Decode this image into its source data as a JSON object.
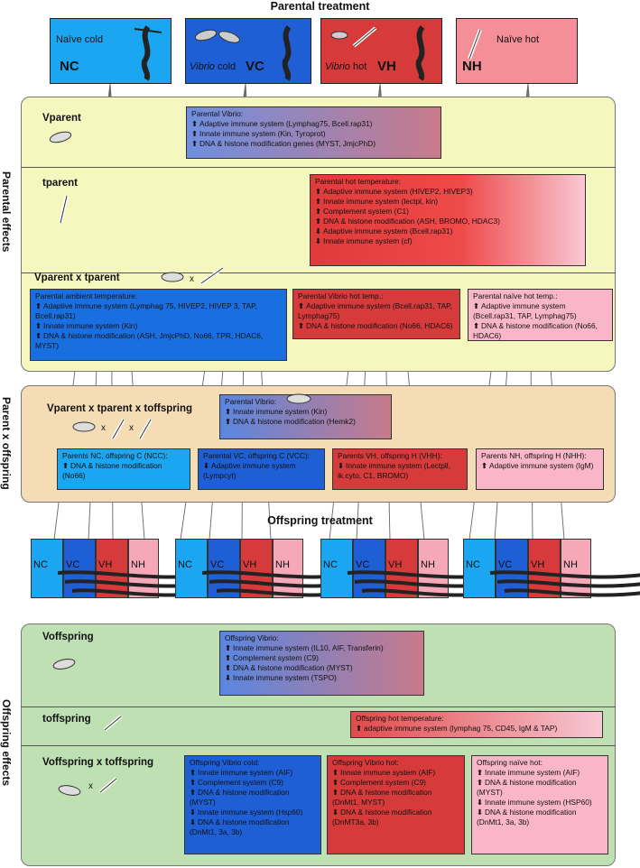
{
  "colors": {
    "nc": "#1aa6f0",
    "vc": "#1e5fd6",
    "vh": "#d63a3a",
    "nh": "#f7a8b8",
    "parental_panel": "#f6f7bf",
    "parent_x_offspring_panel": "#f4dcb4",
    "offspring_panel": "#bfe0b3"
  },
  "icons": [
    "vibrio-bacteria-icon",
    "thermometer-icon",
    "pipefish-icon"
  ],
  "titles": {
    "parental_treatment": "Parental treatment",
    "offspring_treatment": "Offspring treatment"
  },
  "side_labels": {
    "parental_effects": "Parental effects",
    "parent_x_offspring": "Parent x offspring",
    "offspring_effects": "Offspring effects"
  },
  "parental_treatments": [
    {
      "code": "NC",
      "label": "Naïve cold",
      "italic": ""
    },
    {
      "code": "VC",
      "label": "cold",
      "italic": "Vibrio"
    },
    {
      "code": "VH",
      "label": "hot",
      "italic": "Vibrio"
    },
    {
      "code": "NH",
      "label": "Naïve hot",
      "italic": ""
    }
  ],
  "row_labels": {
    "vparent": "Vparent",
    "tparent": "tparent",
    "vparent_x_tparent": "Vparent x  tparent",
    "vparent_x_tparent_x_toffspring": "Vparent x tparent x toffspring",
    "voffspring": "Voffspring",
    "toffspring": "toffspring",
    "voffspring_x_toffspring": "Voffspring x toffspring",
    "x_sign": "x"
  },
  "boxes": {
    "parental_vibrio": {
      "header": "Parental Vibrio:",
      "items": [
        {
          "dir": "up",
          "text": "Adaptive immune system (Lymphag75, Bcell.rap31)"
        },
        {
          "dir": "up",
          "text": "Innate immune system (Kin, Tyroprot)"
        },
        {
          "dir": "up",
          "text": "DNA & histone modification genes (MYST, JmjcPhD)"
        }
      ]
    },
    "parental_hot": {
      "header": "Parental hot temperature:",
      "items": [
        {
          "dir": "up",
          "text": "Adaptive immune system (HIVEP2, HIVEP3)"
        },
        {
          "dir": "up",
          "text": "Innate immune system (lectpl, kin)"
        },
        {
          "dir": "up",
          "text": "Complement system (C1)"
        },
        {
          "dir": "up",
          "text": "DNA & histone modification (ASH, BROMO, HDAC3)"
        },
        {
          "dir": "down",
          "text": "Adaptive immune system (Bcell.rap31)"
        },
        {
          "dir": "down",
          "text": "Innate immune system (cf)"
        }
      ]
    },
    "parental_ambient": {
      "header": "Parental ambient temperature:",
      "items": [
        {
          "dir": "up",
          "text": "Adaptive immune system (Lymphag 75, HIVEP2, HIVEP 3, TAP, Bcell.rap31)"
        },
        {
          "dir": "up",
          "text": "Innate immune system (Kin)"
        },
        {
          "dir": "up",
          "text": "DNA & histone modification (ASH, JmjcPhD, No66, TPR, HDAC6, MYST)"
        }
      ]
    },
    "parental_vibrio_hot": {
      "header": "Parental Vibrio hot temp.:",
      "items": [
        {
          "dir": "up",
          "text": "Adaptive immune system (Bcell.rap31, TAP, Lymphag75)"
        },
        {
          "dir": "up",
          "text": "DNA & histone modification (No66, HDAC6)"
        }
      ]
    },
    "parental_naive_hot": {
      "header": "Parental naïve hot temp.:",
      "items": [
        {
          "dir": "up",
          "text": "Adaptive immune system (Bcell.rap31, TAP, Lymphag75)"
        },
        {
          "dir": "up",
          "text": "DNA & histone modification (No66, HDAC6)"
        }
      ]
    },
    "pxo_parental_vibrio": {
      "header": "Parental Vibrio:",
      "items": [
        {
          "dir": "up",
          "text": "Innate immune system (Kin)"
        },
        {
          "dir": "up",
          "text": "DNA & histone modification (Hemk2)"
        }
      ]
    },
    "ncc": {
      "header": "Parents NC, offspring C (NCC):",
      "items": [
        {
          "dir": "up",
          "text": "DNA & histone modification (No66)"
        }
      ]
    },
    "vcc": {
      "header": "Parental VC, offspring C (VCC):",
      "items": [
        {
          "dir": "down",
          "text": "Adaptive immune system (Lympcyt)"
        }
      ]
    },
    "vhh": {
      "header": "Parents VH, offspring H (VHH):",
      "items": [
        {
          "dir": "down",
          "text": "Innate immune system (Lectpll, ik.cyto, C1, BROMO)"
        }
      ]
    },
    "nhh": {
      "header": "Parents NH, offspring H (NHH):",
      "items": [
        {
          "dir": "up",
          "text": "Adaptive immune system (IgM)"
        }
      ]
    },
    "offspring_vibrio": {
      "header": "Offspring Vibrio:",
      "items": [
        {
          "dir": "up",
          "text": "Innate immune system (IL10, AIF, Transferin)"
        },
        {
          "dir": "up",
          "text": "Complement system (C9)"
        },
        {
          "dir": "up",
          "text": "DNA & histone modification (MYST)"
        },
        {
          "dir": "down",
          "text": "Innate immune system (TSPO)"
        }
      ]
    },
    "offspring_hot": {
      "header": "Offspring hot temperature:",
      "items": [
        {
          "dir": "up",
          "text": "adaptive immune system (lymphag 75, CD45, IgM & TAP)"
        }
      ]
    },
    "offspring_vibrio_cold": {
      "header": "Offspring Vibrio cold:",
      "items": [
        {
          "dir": "up",
          "text": "Innate immune system  (AIF)"
        },
        {
          "dir": "up",
          "text": "Complement system (C9)"
        },
        {
          "dir": "up",
          "text": "DNA & histone modification (MYST)"
        },
        {
          "dir": "down",
          "text": "Innate immune system (Hsp60)"
        },
        {
          "dir": "down",
          "text": "DNA & histone modification (DnMt1, 3a, 3b)"
        }
      ]
    },
    "offspring_vibrio_hot": {
      "header": "Offspring Vibrio hot:",
      "items": [
        {
          "dir": "up",
          "text": "Innate immune system (AIF)"
        },
        {
          "dir": "up",
          "text": "Complement system (C9)"
        },
        {
          "dir": "up",
          "text": "DNA & histone modification (DnMt1, MYST)"
        },
        {
          "dir": "down",
          "text": "DNA & histone modification (DnMT3a, 3b)"
        }
      ]
    },
    "offspring_naive_hot": {
      "header": "Offspring naïve hot:",
      "items": [
        {
          "dir": "up",
          "text": "Innate immune system (AIF)"
        },
        {
          "dir": "up",
          "text": "DNA & histone modification (MYST)"
        },
        {
          "dir": "down",
          "text": "Innate immune system (HSP60)"
        },
        {
          "dir": "down",
          "text": "DNA & histone modification (DnMt1, 3a, 3b)"
        }
      ]
    }
  },
  "offspring_groups": [
    {
      "segments": [
        "NC",
        "VC",
        "VH",
        "NH"
      ]
    },
    {
      "segments": [
        "NC",
        "VC",
        "VH",
        "NH"
      ]
    },
    {
      "segments": [
        "NC",
        "VC",
        "VH",
        "NH"
      ]
    },
    {
      "segments": [
        "NC",
        "VC",
        "VH",
        "NH"
      ]
    }
  ]
}
